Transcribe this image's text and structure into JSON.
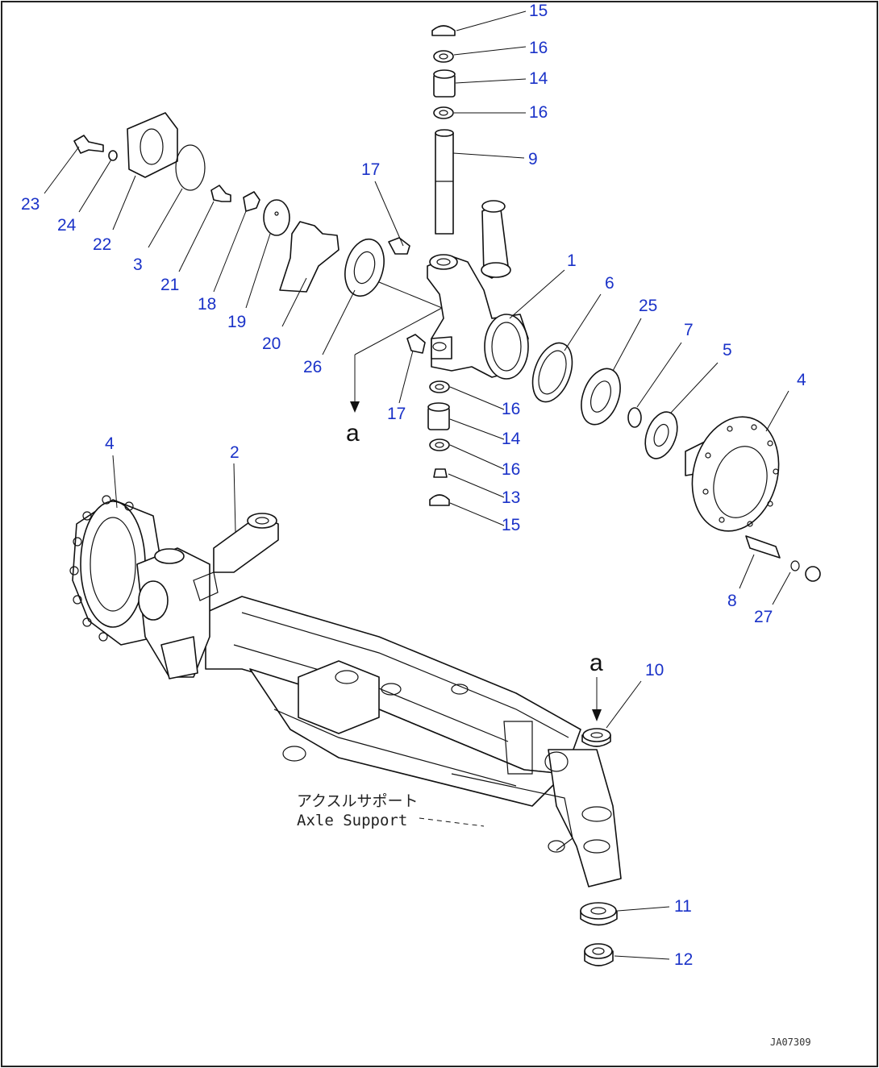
{
  "callouts": {
    "c1": "1",
    "c2": "2",
    "c3": "3",
    "c4a": "4",
    "c4b": "4",
    "c5": "5",
    "c6": "6",
    "c7": "7",
    "c8": "8",
    "c9": "9",
    "c10": "10",
    "c11": "11",
    "c12": "12",
    "c13": "13",
    "c14a": "14",
    "c14b": "14",
    "c15a": "15",
    "c15b": "15",
    "c16a": "16",
    "c16b": "16",
    "c16c": "16",
    "c16d": "16",
    "c17a": "17",
    "c17b": "17",
    "c18": "18",
    "c19": "19",
    "c20": "20",
    "c21": "21",
    "c22": "22",
    "c23": "23",
    "c24": "24",
    "c25": "25",
    "c26": "26",
    "c27": "27"
  },
  "reference_marks": {
    "upper": "a",
    "lower": "a"
  },
  "labels": {
    "axle_support_jp": "アクスルサポート",
    "axle_support_en": "Axle Support"
  },
  "figure_code": "JA07309",
  "colors": {
    "callout": "#1a32c8",
    "line": "#111111"
  }
}
